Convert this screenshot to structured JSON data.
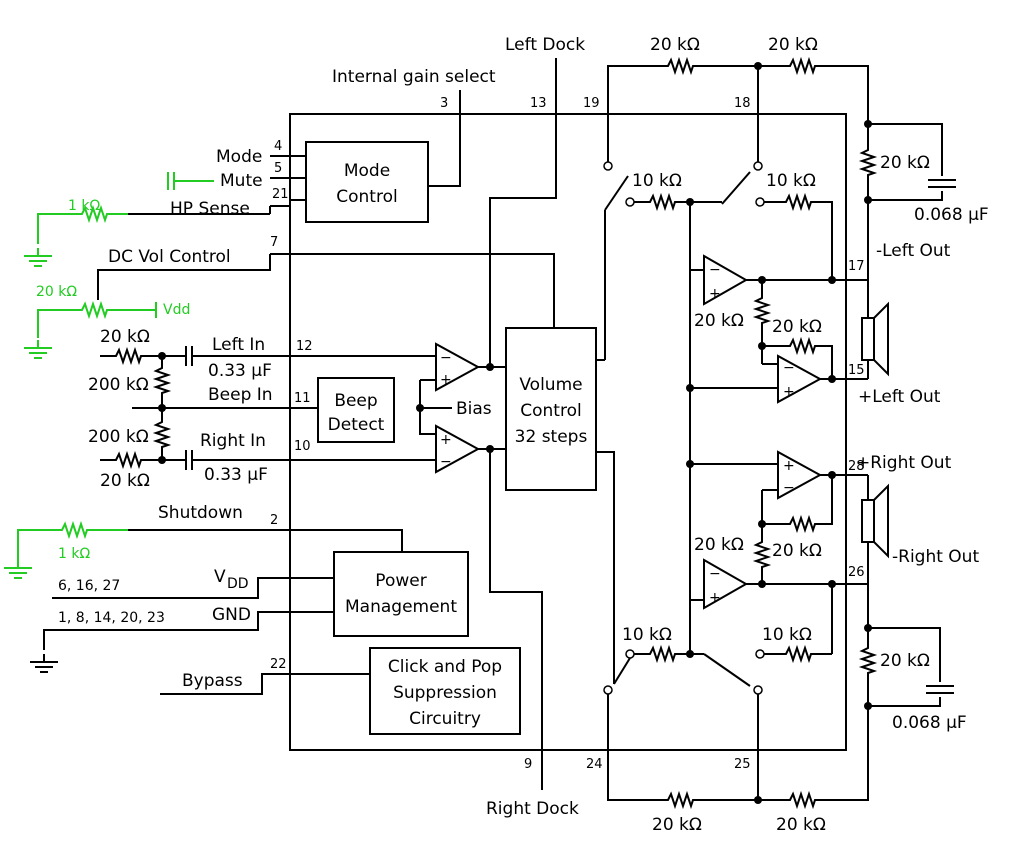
{
  "colors": {
    "ink": "#000000",
    "external_components": "#22cc22",
    "background": "#ffffff"
  },
  "blocks": {
    "mode_control": [
      "Mode",
      "Control"
    ],
    "beep_detect": [
      "Beep",
      "Detect"
    ],
    "volume_control": [
      "Volume",
      "Control",
      "32 steps"
    ],
    "power_management": [
      "Power",
      "Management"
    ],
    "click_pop": [
      "Click and Pop",
      "Suppression",
      "Circuitry"
    ]
  },
  "signals": {
    "left_dock": "Left Dock",
    "right_dock": "Right Dock",
    "internal_gain": "Internal gain select",
    "mode": "Mode",
    "mute": "Mute",
    "hp_sense": "HP Sense",
    "dc_vol": "DC Vol Control",
    "left_in": "Left In",
    "beep_in": "Beep In",
    "right_in": "Right In",
    "shutdown": "Shutdown",
    "vdd": "V",
    "vdd_sub": "DD",
    "gnd": "GND",
    "bypass": "Bypass",
    "bias": "Bias",
    "neg_left_out": "-Left Out",
    "pos_left_out": "+Left Out",
    "pos_right_out": "+Right Out",
    "neg_right_out": "-Right Out",
    "vdd_pins": "6, 16, 27",
    "gnd_pins": "1, 8, 14, 20, 23",
    "vdd_green": "Vdd"
  },
  "pins": {
    "p3": "3",
    "p13": "13",
    "p19": "19",
    "p18": "18",
    "p4": "4",
    "p5": "5",
    "p21": "21",
    "p7": "7",
    "p12": "12",
    "p11": "11",
    "p10": "10",
    "p2": "2",
    "p22": "22",
    "p9": "9",
    "p24": "24",
    "p25": "25",
    "p17": "17",
    "p15": "15",
    "p28": "28",
    "p26": "26"
  },
  "components": {
    "r20k": "20 kΩ",
    "r10k": "10 kΩ",
    "r200k": "200 kΩ",
    "r1k": "1 kΩ",
    "c033": "0.33 µF",
    "c0068": "0.068 µF",
    "op_plus": "+",
    "op_minus": "−"
  }
}
